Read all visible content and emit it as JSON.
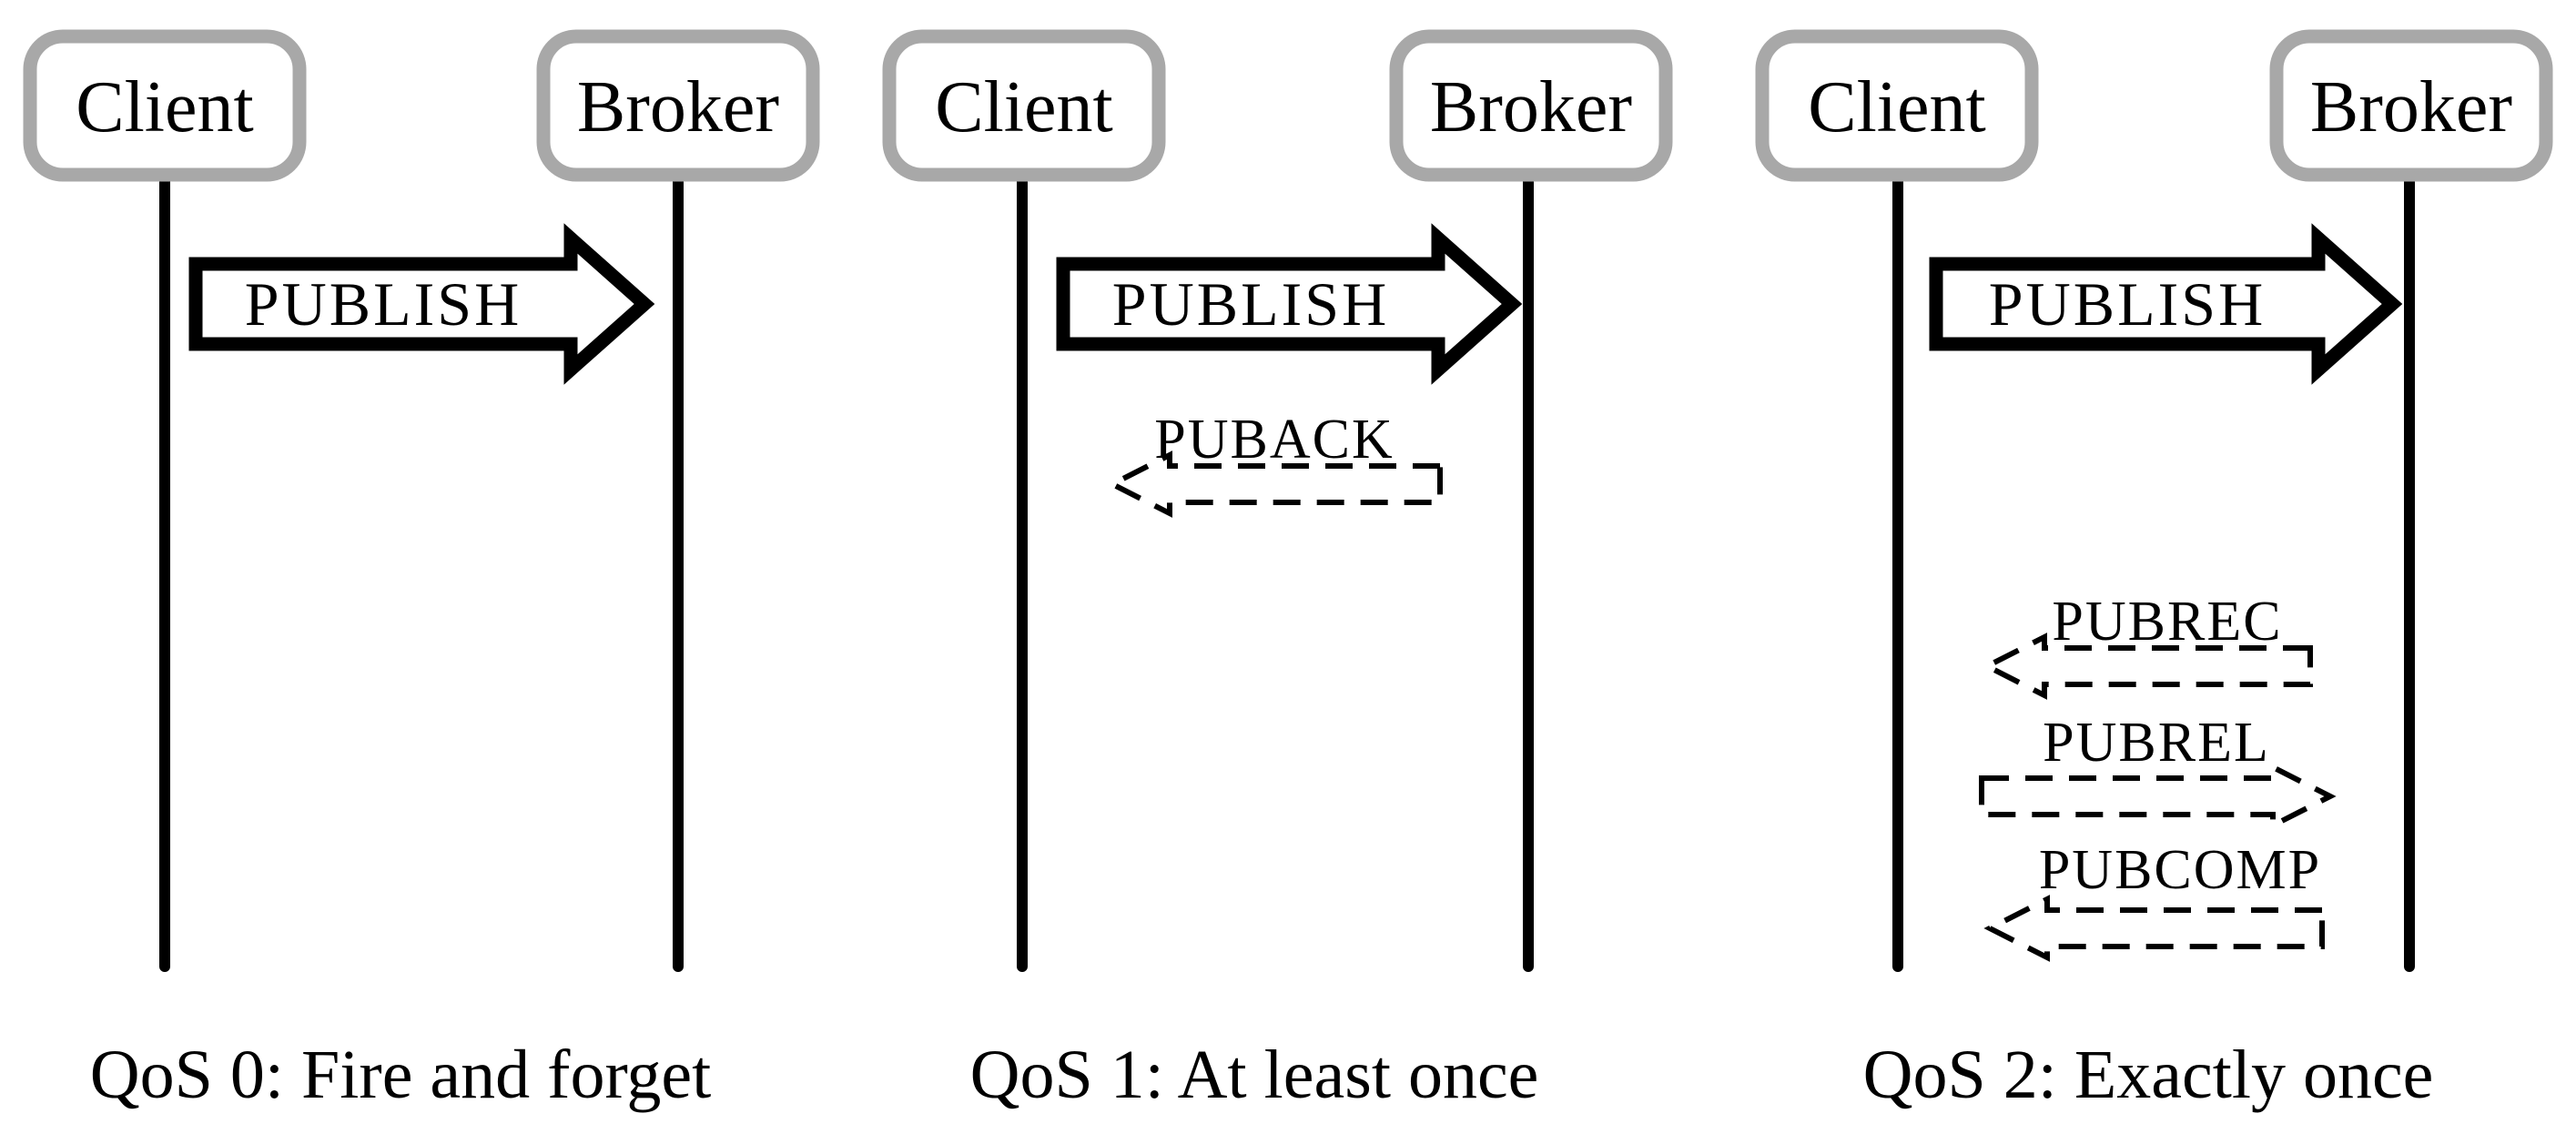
{
  "colors": {
    "ink": "#000000",
    "box_border": "#a8a8a8",
    "background": "#ffffff"
  },
  "panels": [
    {
      "caption": "QoS 0: Fire and forget",
      "client": "Client",
      "broker": "Broker",
      "messages": {
        "publish": "PUBLISH"
      }
    },
    {
      "caption": "QoS 1: At least once",
      "client": "Client",
      "broker": "Broker",
      "messages": {
        "publish": "PUBLISH",
        "puback": "PUBACK"
      }
    },
    {
      "caption": "QoS 2: Exactly once",
      "client": "Client",
      "broker": "Broker",
      "messages": {
        "publish": "PUBLISH",
        "pubrec": "PUBREC",
        "pubrel": "PUBREL",
        "pubcomp": "PUBCOMP"
      }
    }
  ]
}
